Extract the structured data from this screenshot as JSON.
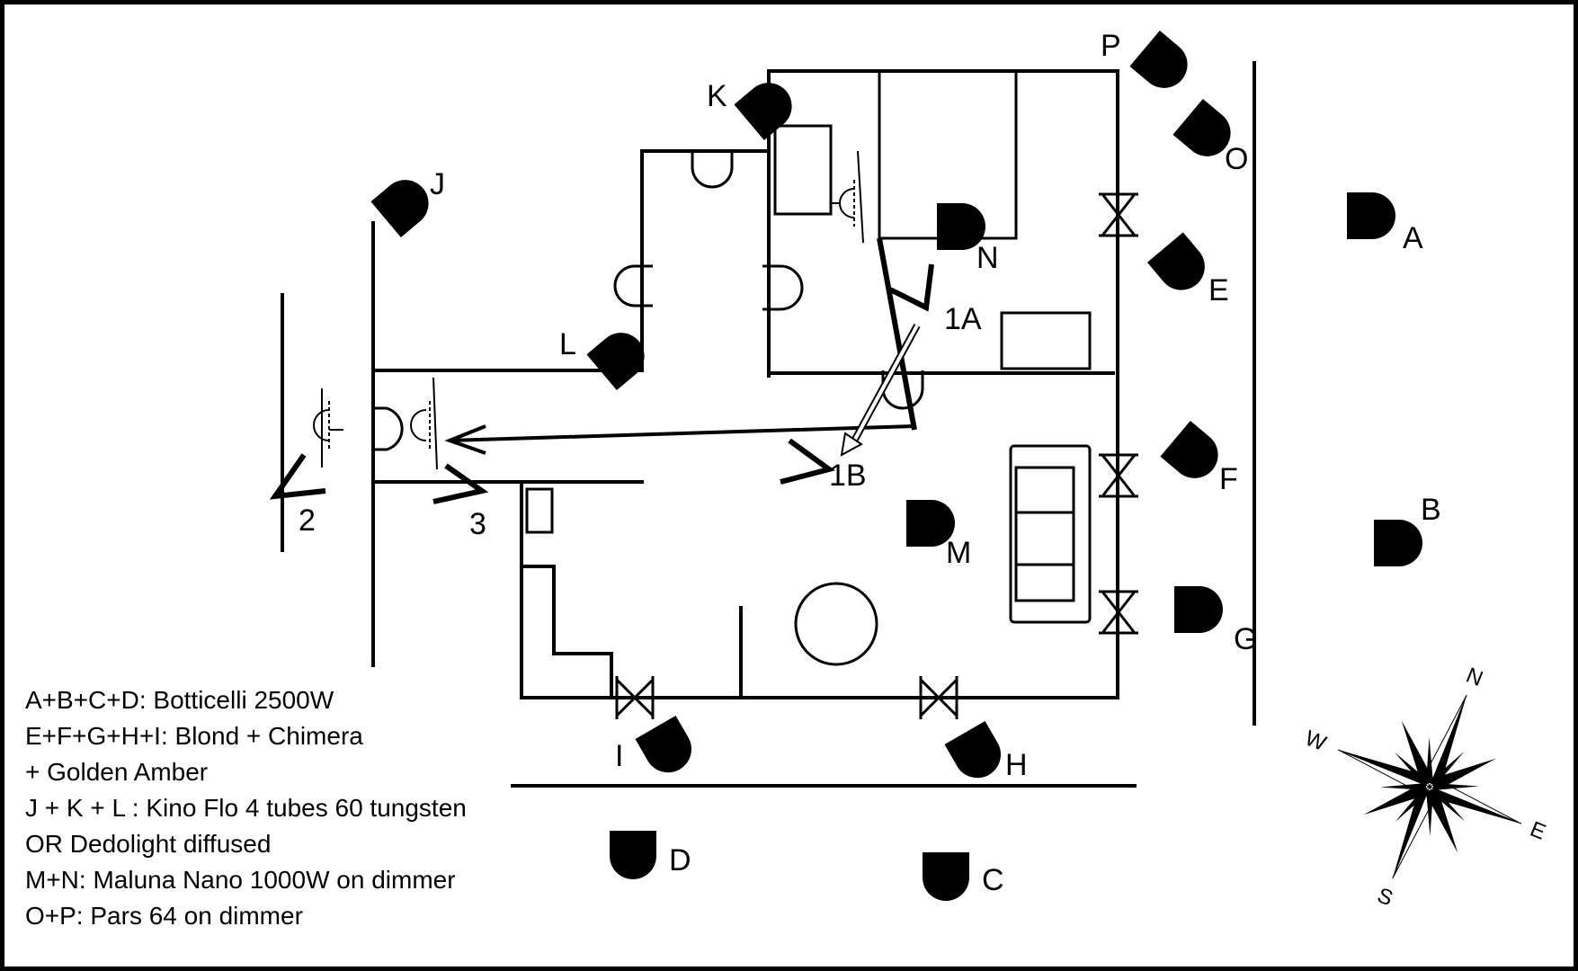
{
  "lights": [
    {
      "id": "A"
    },
    {
      "id": "B"
    },
    {
      "id": "C"
    },
    {
      "id": "D"
    },
    {
      "id": "E"
    },
    {
      "id": "F"
    },
    {
      "id": "G"
    },
    {
      "id": "H"
    },
    {
      "id": "I"
    },
    {
      "id": "J"
    },
    {
      "id": "K"
    },
    {
      "id": "L"
    },
    {
      "id": "M"
    },
    {
      "id": "N"
    },
    {
      "id": "O"
    },
    {
      "id": "P"
    }
  ],
  "cameras": [
    "1A",
    "1B",
    "2",
    "3"
  ],
  "legend": [
    "A+B+C+D: Botticelli 2500W",
    "E+F+G+H+I: Blond + Chimera",
    "+ Golden Amber",
    "J + K + L : Kino Flo 4 tubes 60 tungsten",
    "OR Dedolight diffused",
    "M+N: Maluna Nano 1000W on dimmer",
    "O+P: Pars 64 on dimmer"
  ],
  "compass": {
    "n": "N",
    "e": "E",
    "s": "S",
    "w": "W"
  }
}
